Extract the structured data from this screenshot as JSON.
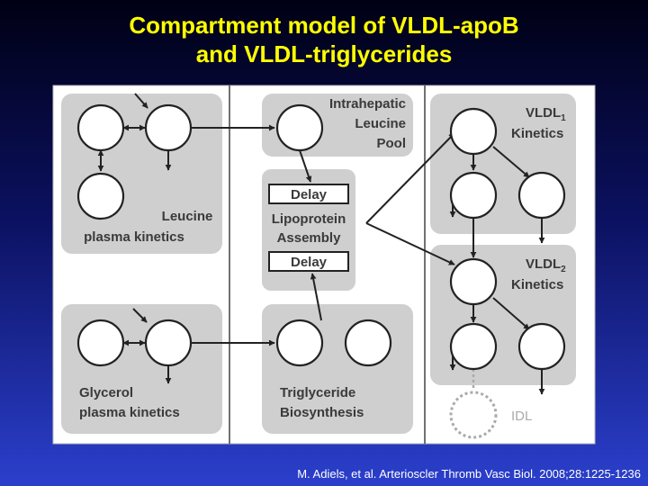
{
  "title": {
    "line1": "Compartment model of VLDL-apoB",
    "line2": "and VLDL-triglycerides"
  },
  "diagram": {
    "leucine_kinetics": {
      "line1": "Leucine",
      "line2": "plasma kinetics"
    },
    "glycerol_kinetics": {
      "line1": "Glycerol",
      "line2": "plasma kinetics"
    },
    "leucine_pool": {
      "line1": "Intrahepatic",
      "line2": "Leucine",
      "line3": "Pool"
    },
    "delay_label": "Delay",
    "assembly": {
      "line1": "Lipoprotein",
      "line2": "Assembly"
    },
    "tg_biosynthesis": {
      "line1": "Triglyceride",
      "line2": "Biosynthesis"
    },
    "vldl1": {
      "name": "VLDL",
      "subscript": "1",
      "line2": "Kinetics"
    },
    "vldl2": {
      "name": "VLDL",
      "subscript": "2",
      "line2": "Kinetics"
    },
    "idl": "IDL"
  },
  "citation": "M. Adiels, et al. Arterioscler Thromb Vasc Biol. 2008;28:1225-1236",
  "colors": {
    "title": "#ffff00",
    "panel_bg": "#ffffff",
    "group_bg": "#cfcfcf",
    "line": "#222222",
    "idl_dashed": "#aaaaaa"
  }
}
